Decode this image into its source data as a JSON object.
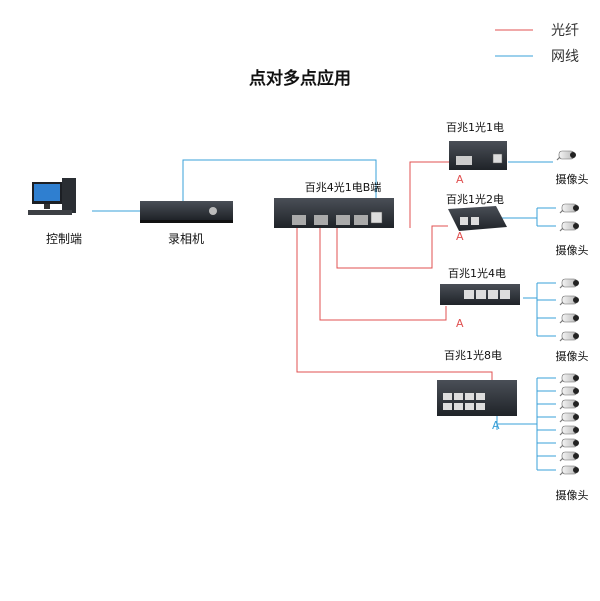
{
  "legend": {
    "fiber": {
      "label": "光纤",
      "color": "#e05050"
    },
    "network": {
      "label": "网线",
      "color": "#3aa0d8"
    }
  },
  "title": "点对多点应用",
  "devices": {
    "pc": {
      "label": "控制端"
    },
    "nvr": {
      "label": "录相机"
    },
    "hub": {
      "label": "百兆4光1电B端"
    },
    "c1": {
      "label": "百兆1光1电",
      "port": "A"
    },
    "c2": {
      "label": "百兆1光2电",
      "port": "A"
    },
    "c3": {
      "label": "百兆1光4电",
      "port": "A"
    },
    "c4": {
      "label": "百兆1光8电",
      "port": "A"
    }
  },
  "camera_label": "摄像头",
  "camera_groups": [
    1,
    2,
    4,
    8
  ]
}
